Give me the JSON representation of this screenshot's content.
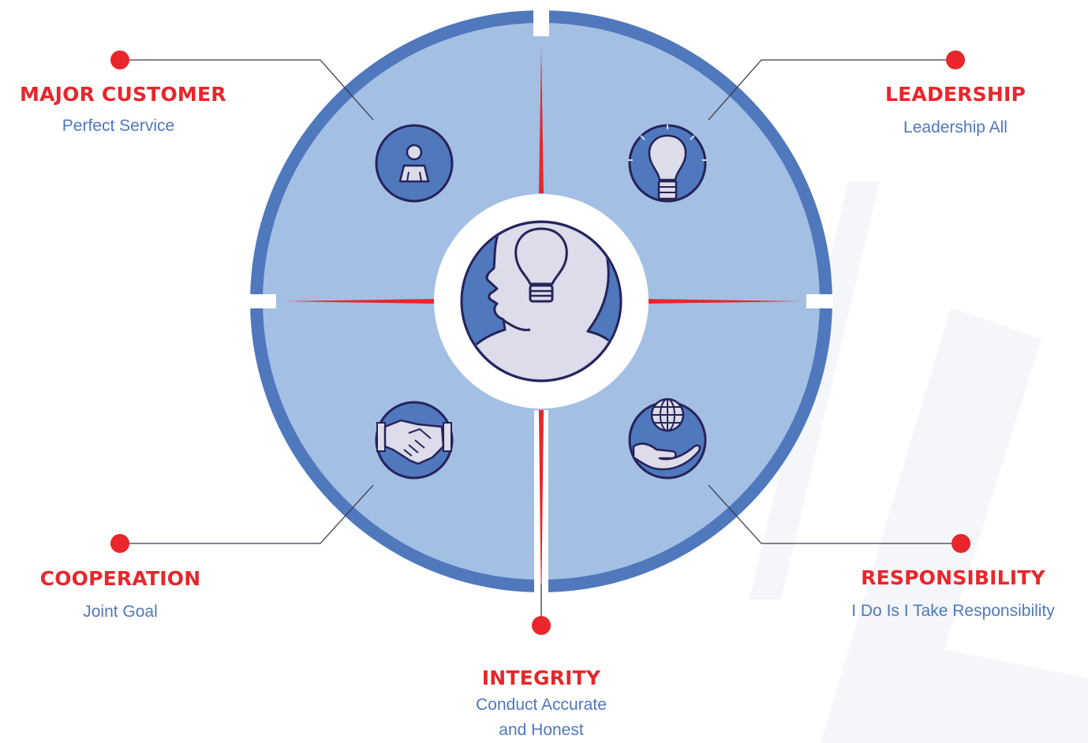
{
  "colors": {
    "accent_red": "#e8262b",
    "ring_blue": "#4f78bd",
    "fill_light_blue": "#a3bfe3",
    "icon_fill": "#dcdcea",
    "icon_stroke": "#26225a",
    "sub_text": "#4f78bd"
  },
  "center": {
    "icon": "head-with-lightbulb-icon"
  },
  "values": [
    {
      "id": "major-customer",
      "title": "MAJOR CUSTOMER",
      "subtitle": "Perfect Service",
      "icon": "person-icon"
    },
    {
      "id": "leadership",
      "title": "LEADERSHIP",
      "subtitle": "Leadership All",
      "icon": "lightbulb-icon"
    },
    {
      "id": "cooperation",
      "title": "COOPERATION",
      "subtitle": "Joint Goal",
      "icon": "handshake-icon"
    },
    {
      "id": "responsibility",
      "title": "RESPONSIBILITY",
      "subtitle": "I Do Is I Take Responsibility",
      "icon": "globe-in-hand-icon"
    },
    {
      "id": "integrity",
      "title": "INTEGRITY",
      "subtitle": "Conduct Accurate",
      "subtitle2": "and Honest",
      "icon": "none"
    }
  ]
}
